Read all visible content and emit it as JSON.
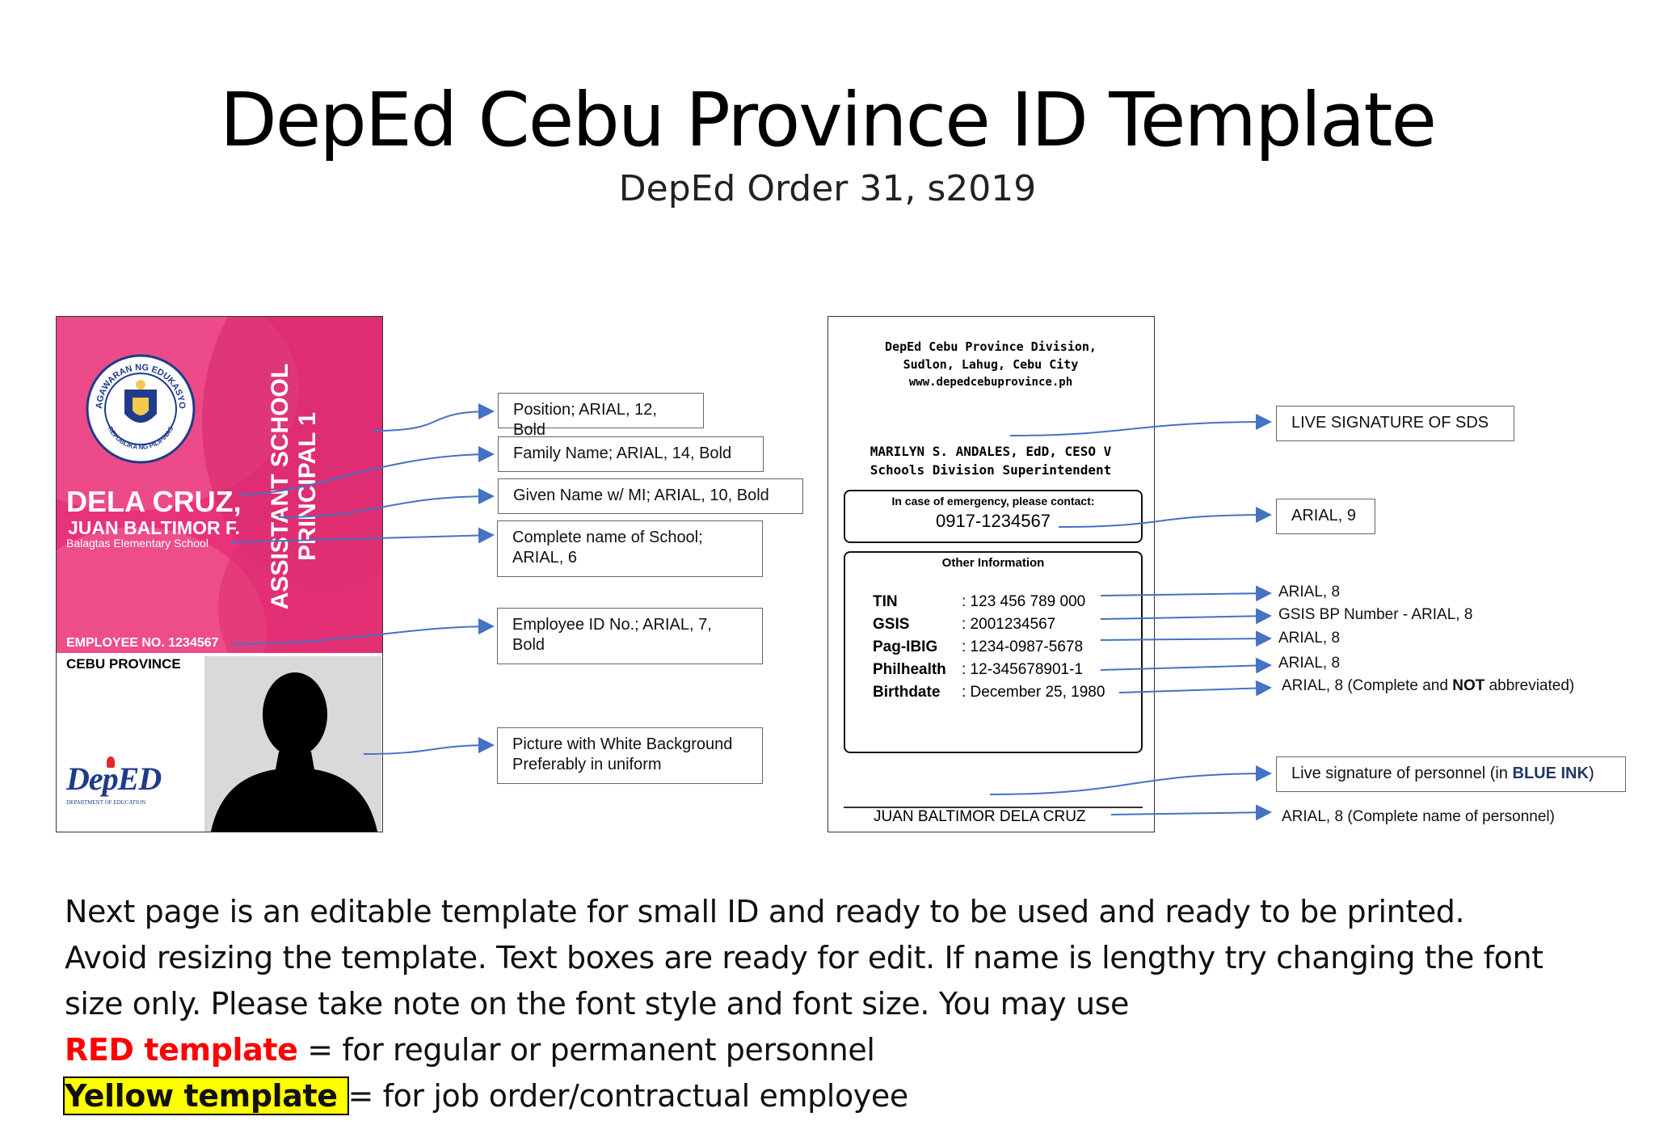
{
  "title": "DepEd Cebu Province ID Template",
  "subtitle": "DepEd Order 31, s2019",
  "front": {
    "seal_text_top": "KAGAWARAN NG EDUKASYON",
    "seal_text_bottom": "REPUBLIKA NG PILIPINAS",
    "family_name": "DELA CRUZ,",
    "given_name": "JUAN BALTIMOR F.",
    "school": "Balagtas Elementary School",
    "position_line1": "ASSISTANT SCHOOL",
    "position_line2": "PRINCIPAL 1",
    "employee_no": "EMPLOYEE NO. 1234567",
    "province": "CEBU PROVINCE",
    "logo_text": "DepED",
    "logo_sub": "DEPARTMENT OF EDUCATION"
  },
  "front_labels": {
    "position": "Position; ARIAL, 12, Bold",
    "family": "Family Name; ARIAL, 14, Bold",
    "given": "Given Name w/ MI; ARIAL, 10, Bold",
    "school_line1": "Complete name of School;",
    "school_line2": "ARIAL, 6",
    "empid_line1": "Employee ID No.; ARIAL, 7,",
    "empid_line2": "Bold",
    "picture_line1": "Picture with White Background",
    "picture_line2": "Preferably in uniform"
  },
  "back": {
    "division_line1": "DepEd Cebu Province Division,",
    "division_line2": "Sudlon, Lahug, Cebu City",
    "division_line3": "www.depedcebuprovince.ph",
    "sds_name": "MARILYN S. ANDALES, EdD, CESO V",
    "sds_title": "Schools Division Superintendent",
    "emergency_label": "In case of emergency, please contact:",
    "emergency_number": "0917-1234567",
    "other_info_title": "Other Information",
    "info": [
      {
        "label": "TIN",
        "value": ": 123 456 789 000"
      },
      {
        "label": "GSIS",
        "value": ": 2001234567"
      },
      {
        "label": "Pag-IBIG",
        "value": ": 1234-0987-5678"
      },
      {
        "label": "Philhealth",
        "value": ": 12-345678901-1"
      },
      {
        "label": "Birthdate",
        "value": ": December 25, 1980"
      }
    ],
    "personnel_name": "JUAN BALTIMOR DELA CRUZ"
  },
  "back_labels": {
    "sds_sig": "LIVE SIGNATURE OF SDS",
    "arial9": "ARIAL, 9",
    "tin": "ARIAL, 8",
    "gsis": "GSIS BP Number - ARIAL, 8",
    "pagibig": "ARIAL, 8",
    "philhealth": "ARIAL, 8",
    "birthdate_pre": "ARIAL, 8 (Complete and ",
    "birthdate_bold": "NOT",
    "birthdate_post": " abbreviated)",
    "personnel_sig_pre": "Live signature of personnel (in ",
    "personnel_sig_bold": "BLUE INK",
    "personnel_sig_post": ")",
    "personnel_name": "ARIAL, 8 (Complete name of personnel)"
  },
  "notes": {
    "line1": "Next page is an editable template for small ID and ready to be used and ready to be printed.",
    "line2": "Avoid resizing the template. Text boxes are ready for edit. If name is lengthy try changing the font",
    "line3": "size only. Please take note on the font style and font size. You may use",
    "red_label": "RED template",
    "red_desc": " = for regular or permanent personnel",
    "yellow_label": "Yellow template ",
    "yellow_desc": "= for job order/contractual employee"
  },
  "colors": {
    "pink": "#e8327a",
    "arrow": "#4472c4",
    "red": "#ff0000",
    "yellow": "#ffff00",
    "blue_ink": "#1f3864"
  }
}
